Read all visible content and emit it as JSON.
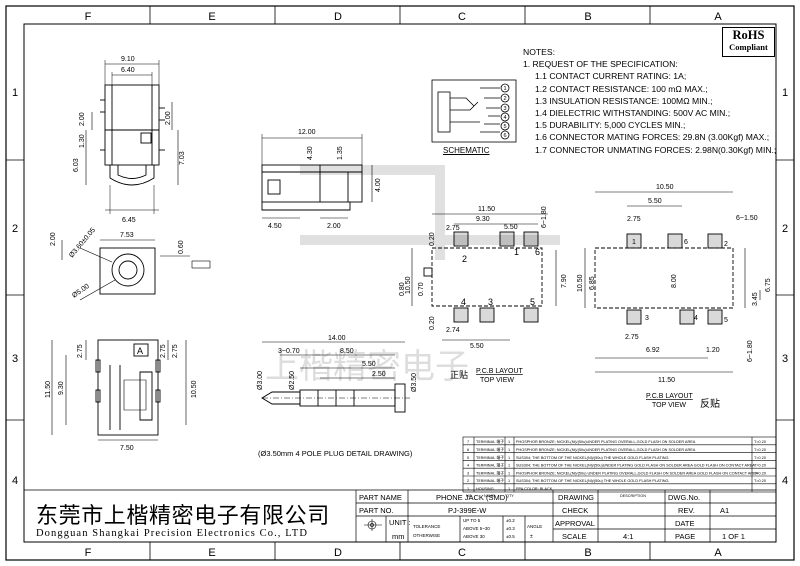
{
  "zones": {
    "columns": [
      "F",
      "E",
      "D",
      "C",
      "B",
      "A"
    ],
    "rows": [
      "1",
      "2",
      "3",
      "4"
    ]
  },
  "rohs": {
    "line1": "RoHS",
    "line2": "Compliant"
  },
  "notes": {
    "title": "NOTES:",
    "item1": "1. REQUEST OF THE SPECIFICATION:",
    "specs": [
      "1.1 CONTACT CURRENT RATING: 1A;",
      "1.2 CONTACT RESISTANCE: 100 mΩ MAX.;",
      "1.3 INSULATION RESISTANCE: 100MΩ MIN.;",
      "1.4 DIELECTRIC WITHSTANDING: 500V AC MIN.;",
      "1.5 DURABILITY: 5,000 CYCLES MIN.;",
      "1.6 CONNECTOR MATING FORCES: 29.8N (3.00Kgf) MAX.;",
      "1.7 CONNECTOR UNMATING FORCES: 2.98N(0.30Kgf) MIN.;"
    ]
  },
  "schematic": {
    "label": "SCHEMATIC",
    "pins": [
      "1",
      "2",
      "3",
      "4",
      "5",
      "6"
    ]
  },
  "top_view": {
    "dims": [
      "9.10",
      "6.40",
      "2.00",
      "2.00",
      "7.03",
      "6.03",
      "6.45"
    ],
    "dims_side": [
      "1.30"
    ]
  },
  "side_view": {
    "dims": [
      "12.00",
      "4.30",
      "1.35",
      "4.00",
      "4.50",
      "2.00"
    ]
  },
  "front_view": {
    "dims": [
      "7.53",
      "Ø3.60±0.05",
      "2.00",
      "0.60",
      "Ø5.00"
    ],
    "datum": "A"
  },
  "bottom_view": {
    "dims": [
      "2.75",
      "2.75",
      "2.75",
      "9.30",
      "11.50",
      "10.50",
      "7.50"
    ],
    "datum": "A"
  },
  "plug": {
    "dims": [
      "14.00",
      "3~0.70",
      "8.50",
      "5.50",
      "2.50",
      "Ø3.00",
      "Ø2.50",
      "Ø3.50"
    ],
    "caption": "(Ø3.50mm 4 POLE PLUG DETAIL DRAWING)"
  },
  "pcb_left": {
    "dims_top": [
      "11.50",
      "9.30",
      "6~1.80",
      "2.75",
      "5.50"
    ],
    "dims_left": [
      "0.20",
      "2.74",
      "0.80",
      "0.70",
      "10.50",
      "0.20"
    ],
    "dims_right": [
      "7.90"
    ],
    "dims_bottom": [
      "5.50"
    ],
    "pin_labels": [
      "1",
      "2",
      "3",
      "4",
      "5",
      "6"
    ],
    "title": "正贴",
    "label": "P.C.B LAYOUT",
    "sublabel": "TOP VIEW"
  },
  "pcb_right": {
    "dims_top": [
      "10.50",
      "5.50",
      "2.75",
      "6~1.50"
    ],
    "dims_mid": [
      "6.85",
      "8.00",
      "10.50",
      "6.75",
      "3.45"
    ],
    "dims_bottom": [
      "2.75",
      "6.92",
      "1.20",
      "6~1.80",
      "11.50"
    ],
    "pin_labels": [
      "1",
      "2",
      "3",
      "4",
      "5",
      "6"
    ],
    "label": "P.C.B LAYOUT",
    "sublabel": "TOP VIEW",
    "title": "反贴"
  },
  "bom": {
    "rows": [
      {
        "no": "7",
        "name": "TERMINAL 端子",
        "qty": "1",
        "desc": "PHOSPHOR BRONZE; NICKEL(Ni)/(50u)UNDER PLATING OVERALL,GOLD FLASH ON SOLDER AREA",
        "t": "T=0.20"
      },
      {
        "no": "6",
        "name": "TERMINAL 端子",
        "qty": "1",
        "desc": "PHOSPHOR BRONZE; NICKEL(Ni)/(50u)UNDER PLATING OVERALL,GOLD FLASH ON SOLDER AREA",
        "t": "T=0.20"
      },
      {
        "no": "5",
        "name": "TERMINAL 端子",
        "qty": "1",
        "desc": "SUS304; THE BOTTOM OF THE NICKEL(Ni)/(50u) THE WHOLE GOLD FLASH PLATING.",
        "t": "T=0.20"
      },
      {
        "no": "4",
        "name": "TERMINAL 端子",
        "qty": "1",
        "desc": "SUS304; THE BOTTOM OF THE NICKEL(Ni)/(50u)UNDER PLATING GOLD FLASH ON SOLDER AREA GOLD FLASH ON CONTACT AREA",
        "t": "T=0.20"
      },
      {
        "no": "3",
        "name": "TERMINAL 端子",
        "qty": "1",
        "desc": "PHOSPHOR BRONZE; NICKEL(Ni)/(50u) UNDER PLATING OVERALL,GOLD FLASH ON SOLDER AREA GOLD FLASH ON CONTACT AREA",
        "t": "T=0.20"
      },
      {
        "no": "2",
        "name": "TERMINAL 端子",
        "qty": "1",
        "desc": "SUS304; THE BOTTOM OF THE NICKEL(Ni)/(50u) THE WHOLE GOLD FLASH PLATING.",
        "t": "T=0.20"
      },
      {
        "no": "1",
        "name": "HOUSING",
        "qty": "1",
        "desc": "PPA  COLOR: BLACK",
        "t": ""
      }
    ],
    "header": {
      "no": "NO.",
      "name": "NAME",
      "qty": "QTY",
      "desc": "DESCRIPTION"
    }
  },
  "title_block": {
    "company_cn": "东莞市上楷精密电子有限公司",
    "company_en": "Dongguan Shangkai Precision Electronics Co., LTD",
    "part_name_label": "PART NAME",
    "part_name": "PHONE JACK (SMD)",
    "part_no_label": "PART NO.",
    "part_no": "PJ-399E-W",
    "unit_label": "UNIT :",
    "unit": "mm",
    "tolerance_label": "TOLERANCE",
    "otherwise_label": "OTHERWISE",
    "tol_rows": [
      [
        "UP TO 5",
        "±0.2"
      ],
      [
        "ABOVE 5~30",
        "±0.3"
      ],
      [
        "ABOVE 30",
        "±0.5"
      ]
    ],
    "angle_label": "ANGLE",
    "angle_value": "±",
    "drawing_label": "DRAWING",
    "check_label": "CHECK",
    "approval_label": "APPROVAL",
    "scale_label": "SCALE",
    "scale": "4:1",
    "dwg_no_label": "DWG.No.",
    "rev_label": "REV.",
    "rev": "A1",
    "date_label": "DATE",
    "page_label": "PAGE",
    "page": "1 OF 1"
  },
  "watermark": "上楷精密电子"
}
